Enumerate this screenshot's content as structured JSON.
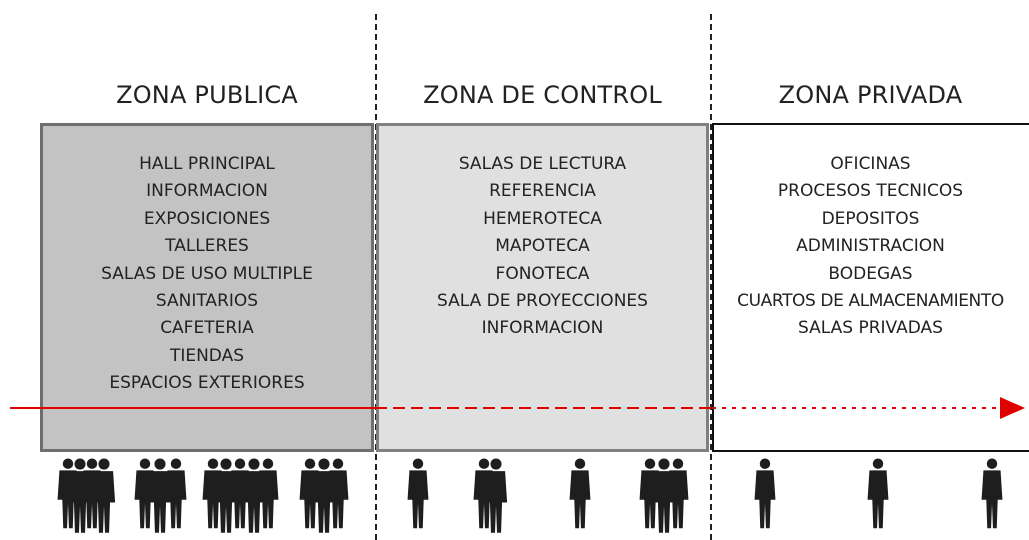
{
  "zones": [
    {
      "id": "publica",
      "title": "ZONA PUBLICA",
      "fill": "#c3c3c3",
      "border": "#6e6e6e",
      "items": [
        "HALL PRINCIPAL",
        "INFORMACION",
        "EXPOSICIONES",
        "TALLERES",
        "SALAS DE USO MULTIPLE",
        "SANITARIOS",
        "CAFETERIA",
        "TIENDAS",
        "ESPACIOS EXTERIORES"
      ]
    },
    {
      "id": "control",
      "title": "ZONA DE CONTROL",
      "fill": "#e0e0e0",
      "border": "#808080",
      "items": [
        "SALAS DE LECTURA",
        "REFERENCIA",
        "HEMEROTECA",
        "MAPOTECA",
        "FONOTECA",
        "SALA DE PROYECCIONES",
        "INFORMACION"
      ]
    },
    {
      "id": "privada",
      "title": "ZONA PRIVADA",
      "fill": "#ffffff",
      "border": "#111111",
      "items": [
        "OFICINAS",
        "PROCESOS TECNICOS",
        "DEPOSITOS",
        "ADMINISTRACION",
        "BODEGAS",
        "CUARTOS DE ALMACENAMIENTO",
        "SALAS PRIVADAS"
      ]
    }
  ],
  "flow_arrow": {
    "color": "#e00000",
    "direction": "left-to-right"
  },
  "people": {
    "color": "#1e1e1e",
    "groups_per_zone": [
      4,
      4,
      3
    ]
  }
}
